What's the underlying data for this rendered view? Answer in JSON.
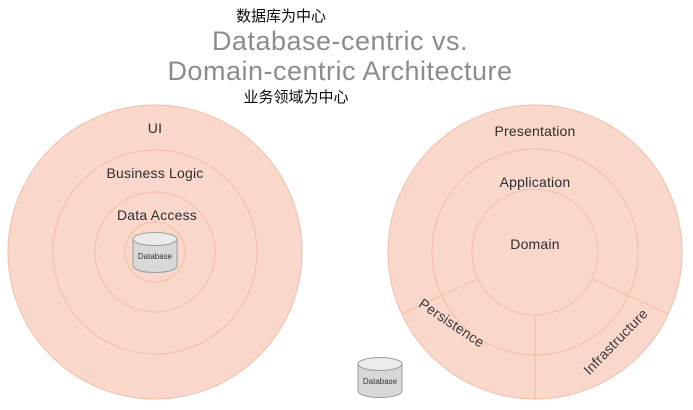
{
  "header": {
    "top_caption": "数据库为中心",
    "title_line1": "Database-centric vs.",
    "title_line2": "Domain-centric Architecture",
    "bottom_caption": "业务领域为中心"
  },
  "left_diagram": {
    "outer_ring_label": "UI",
    "middle_ring_label": "Business Logic",
    "inner_ring_label": "Data Access",
    "database_label": "Database"
  },
  "right_diagram": {
    "outer_ring_label": "Presentation",
    "middle_ring_label": "Application",
    "center_label": "Domain",
    "bottom_left_segment_label": "Persistence",
    "bottom_right_segment_label": "Infrastructure",
    "database_label": "Database"
  },
  "colors": {
    "ring_fill": "#f9d8cb",
    "ring_stroke": "#f3bca6",
    "title_color": "#8c8c8c",
    "cylinder_body": "#d8d8d8",
    "cylinder_top": "#ebebeb"
  }
}
